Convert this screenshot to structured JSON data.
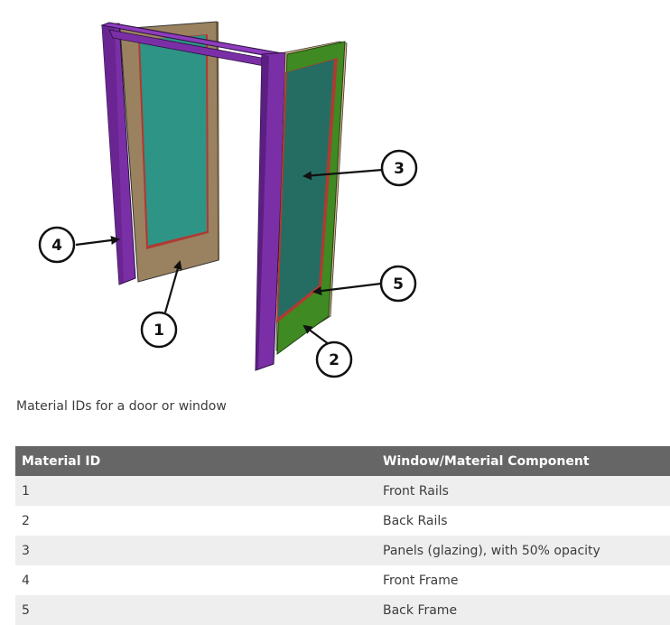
{
  "figure": {
    "callouts": [
      "1",
      "2",
      "3",
      "4",
      "5"
    ],
    "colors": {
      "front_frame": "#7b2fa6",
      "front_rails": "#9a8260",
      "glazing_front": "#2e9485",
      "back_rails": "#3f8a22",
      "glazing_back": "#256d63",
      "back_frame": "#b03a32"
    }
  },
  "caption": "Material IDs for a door or window",
  "table": {
    "headers": [
      "Material ID",
      "Window/Material Component"
    ],
    "rows": [
      [
        "1",
        "Front Rails"
      ],
      [
        "2",
        "Back Rails"
      ],
      [
        "3",
        "Panels (glazing), with 50% opacity"
      ],
      [
        "4",
        "Front Frame"
      ],
      [
        "5",
        "Back Frame"
      ]
    ]
  }
}
